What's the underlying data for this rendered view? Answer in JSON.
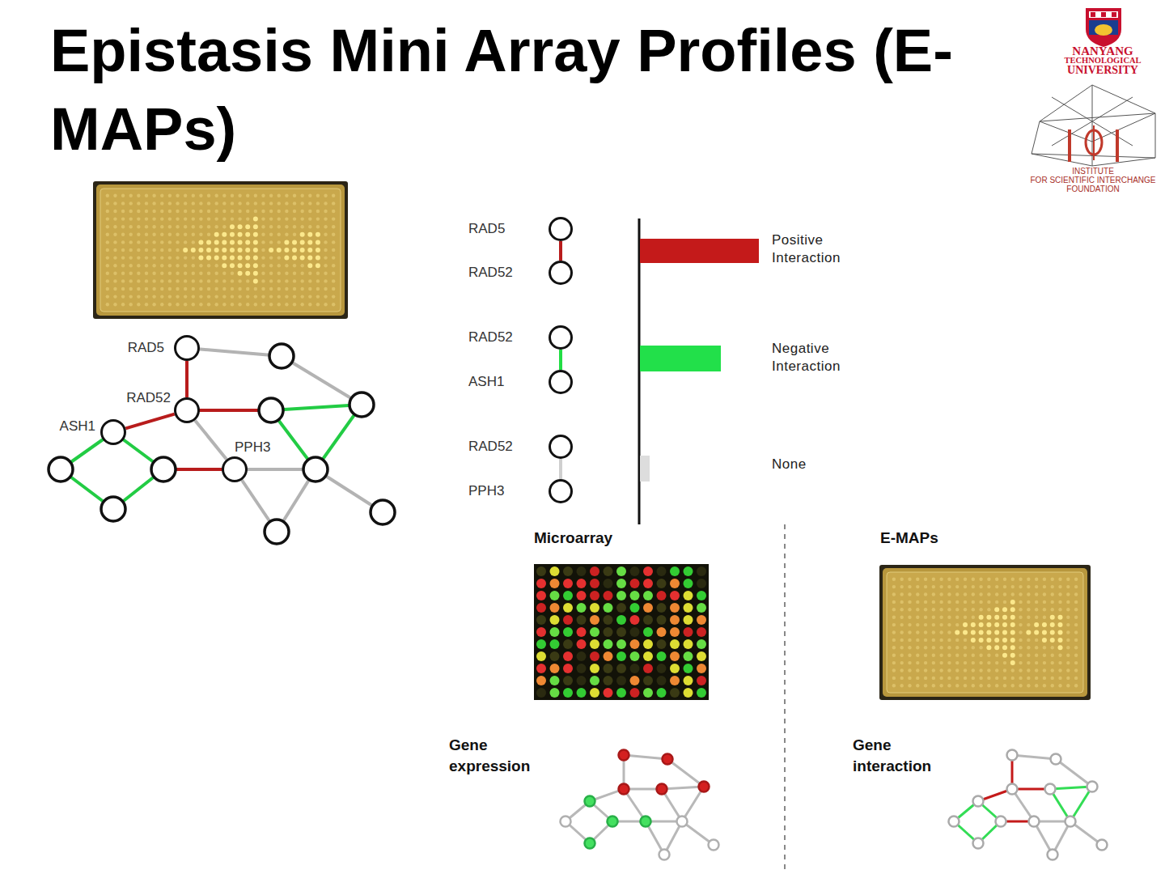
{
  "diagram": {
    "title": "Epistasis Mini Array Profiles (E-MAPs)",
    "nodes": [
      {
        "text": [
          "RAD5"
        ]
      },
      {
        "text": [
          "RAD52"
        ]
      },
      {
        "text": [
          "ASH1"
        ]
      },
      {
        "text": [
          "PPH3"
        ]
      },
      {
        "text": [
          "RAD5"
        ]
      },
      {
        "text": [
          "RAD52"
        ]
      },
      {
        "text": [
          "RAD52"
        ]
      },
      {
        "text": [
          "ASH1"
        ]
      },
      {
        "text": [
          "RAD52"
        ]
      },
      {
        "text": [
          "PPH3"
        ]
      }
    ],
    "edges": [
      {
        "from": 0,
        "to": 1,
        "arrow": "none"
      },
      {
        "from": 1,
        "to": 2,
        "arrow": "none"
      },
      {
        "from": 1,
        "to": 3,
        "arrow": "none"
      },
      {
        "from": 4,
        "to": 5,
        "arrow": "none"
      },
      {
        "from": 6,
        "to": 7,
        "arrow": "none"
      },
      {
        "from": 8,
        "to": 9,
        "arrow": "none"
      }
    ],
    "labels": [
      "Positive Interaction",
      "Negative Interaction",
      "None",
      "Microarray",
      "E-MAPs",
      "Gene expression",
      "Gene interaction",
      "NANYANG",
      "TECHNOLOGICAL",
      "UNIVERSITY",
      "INSTITUTE",
      "FOR SCIENTIFIC INTERCHANGE",
      "FOUNDATION"
    ]
  }
}
